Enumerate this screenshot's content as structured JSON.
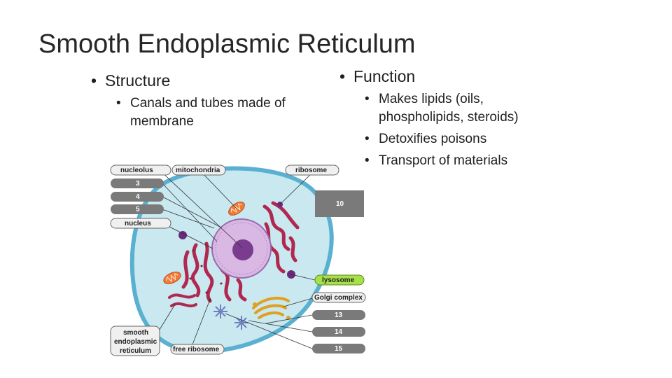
{
  "slide": {
    "title": "Smooth Endoplasmic Reticulum",
    "left": {
      "heading": "Structure",
      "items": [
        "Canals and tubes made of",
        "membrane"
      ]
    },
    "right": {
      "heading": "Function",
      "items": [
        "Makes lipids (oils,",
        "phospholipids, steroids)",
        "Detoxifies poisons",
        "Transport of materials"
      ]
    }
  },
  "diagram": {
    "labels": {
      "nucleolus": "nucleolus",
      "mitochondria": "mitochondria",
      "ribosome": "ribosome",
      "n3": "3",
      "n4": "4",
      "n5": "5",
      "nucleus": "nucleus",
      "n10": "10",
      "lysosome": "lysosome",
      "golgi": "Golgi complex",
      "n13": "13",
      "n14": "14",
      "n15": "15",
      "ser1": "smooth",
      "ser2": "endoplasmic",
      "ser3": "reticulum",
      "free_ribosome": "free ribosome"
    },
    "colors": {
      "cytoplasm": "#c9e8f0",
      "membrane": "#5ab0d0",
      "nucleus": "#d9b8e3",
      "nucleolus": "#7a3c8e",
      "er": "#b0284f",
      "golgi": "#e0a020",
      "lysosome_label": "#a8e04a",
      "number_box": "#7a7a7a",
      "label_box": "#f0f0f0"
    }
  }
}
